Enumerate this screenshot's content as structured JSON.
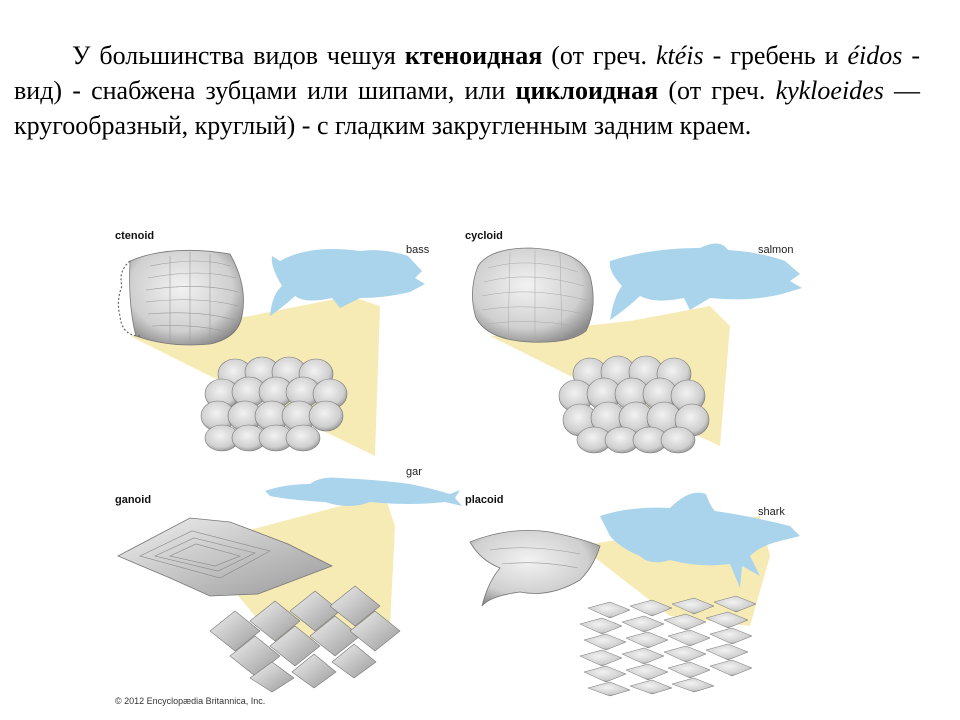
{
  "paragraph": {
    "seg1": "У большинства видов чешуя ",
    "term1": "ктеноидная",
    "seg2": " (от греч. ",
    "word1": "ktéis",
    "seg3": " - гребень и ",
    "word2": "éidos",
    "seg4": " - вид) - снабжена зубцами или шипами, или ",
    "term2": "циклоидная",
    "seg5": " (от греч. ",
    "word3": "kykloeides",
    "seg6": " — кругообразный, круглый) - с гладким закругленным задним краем."
  },
  "figure": {
    "panels": [
      {
        "type": "ctenoid",
        "fish": "bass"
      },
      {
        "type": "cycloid",
        "fish": "salmon"
      },
      {
        "type": "ganoid",
        "fish": "gar"
      },
      {
        "type": "placoid",
        "fish": "shark"
      }
    ],
    "copyright": "© 2012 Encyclopædia Britannica, Inc.",
    "colors": {
      "fish": "#a9d4ec",
      "beam": "#f4e7a8",
      "scale": "#d9d9d9",
      "scale_dark": "#8f8f8f"
    }
  }
}
